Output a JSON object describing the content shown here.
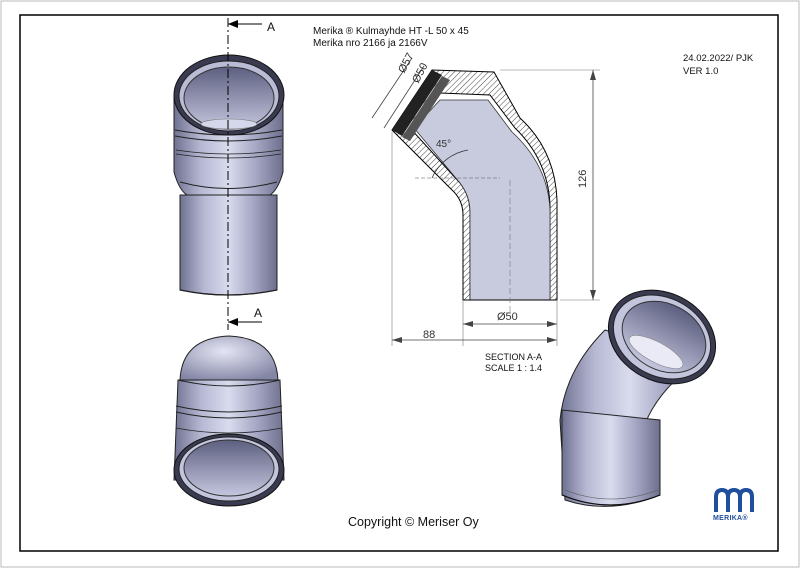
{
  "title": {
    "line1": "Merika ® Kulmayhde HT -L 50 x 45",
    "line2": "Merika nro  2166 ja 2166V"
  },
  "date": "24.02.2022/ PJK",
  "version": "VER 1.0",
  "copyright": "Copyright © Meriser Oy",
  "section": {
    "label": "SECTION A-A",
    "scale": "SCALE 1 : 1.4"
  },
  "cut_marks": [
    "A",
    "A"
  ],
  "dimensions": {
    "outer_diameter": "Ø57",
    "inner_diameter": "Ø50",
    "angle": "45°",
    "height": "126",
    "width": "88",
    "bottom_diameter": "Ø50"
  },
  "logo": {
    "name": "MERIKA®",
    "color": "#1f4e9c"
  },
  "colors": {
    "pipe_fill": "#a9abc8",
    "pipe_dark": "#6a6c8c",
    "border": "#000000"
  }
}
